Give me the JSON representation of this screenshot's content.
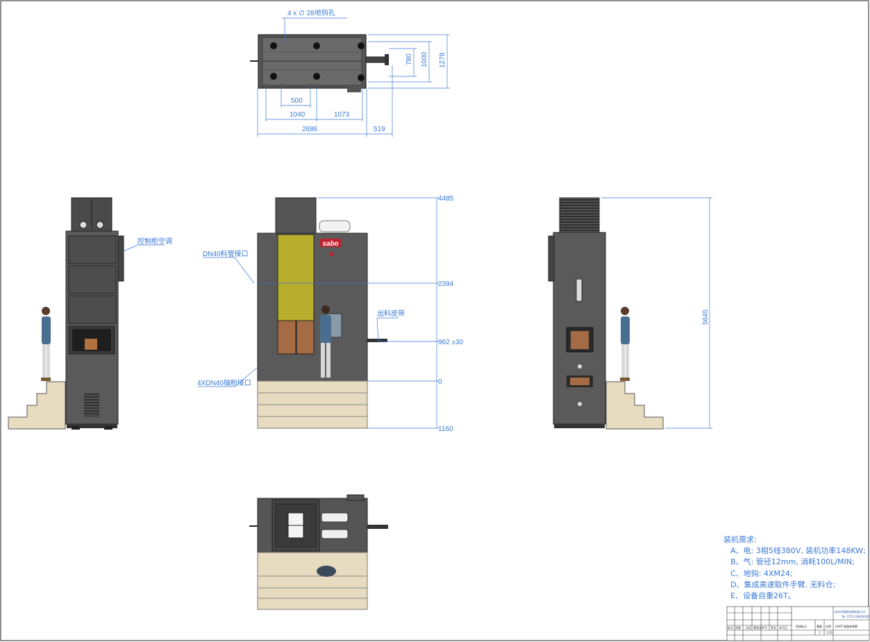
{
  "top_view": {
    "holes_label": "4 x ∅ 28地钩孔",
    "dims": [
      "500",
      "1040",
      "1073",
      "2686",
      "519",
      "780",
      "1000",
      "1279"
    ]
  },
  "front_view": {
    "brand": "sabo",
    "label_feed": "DN40料管接口",
    "label_suction": "4XDN40抽粉接口",
    "label_belt": "出料皮带",
    "level_4485": "4485",
    "level_2394": "2394",
    "level_962": "962 ±30",
    "level_0": "0",
    "level_1160": "1160"
  },
  "side_view_left": {
    "label_ac": "控制柜空调"
  },
  "side_view_right": {
    "height_dim": "5645"
  },
  "requirements": {
    "title": "装机需求:",
    "items": [
      "A、电: 3相5线380V, 装机功率148KW;",
      "B、气: 管径12mm, 消耗100L/MIN;",
      "C、地钩: 4XM24;",
      "D、集成高速取件手臂, 无料仓;",
      "E、设备自重26T。"
    ]
  },
  "title_block": {
    "company": "苏州市塑胶机械有限公司",
    "phone": "Tel: 0755-29000000",
    "drawing_name": "HSGT-吸盘安装图",
    "headers": [
      "标记",
      "处数",
      "分区",
      "更改文件号",
      "签名",
      "年月日"
    ],
    "stage_labels": [
      "阶段标记",
      "重量",
      "比例"
    ],
    "scale": "1:20",
    "sheet": "1"
  }
}
